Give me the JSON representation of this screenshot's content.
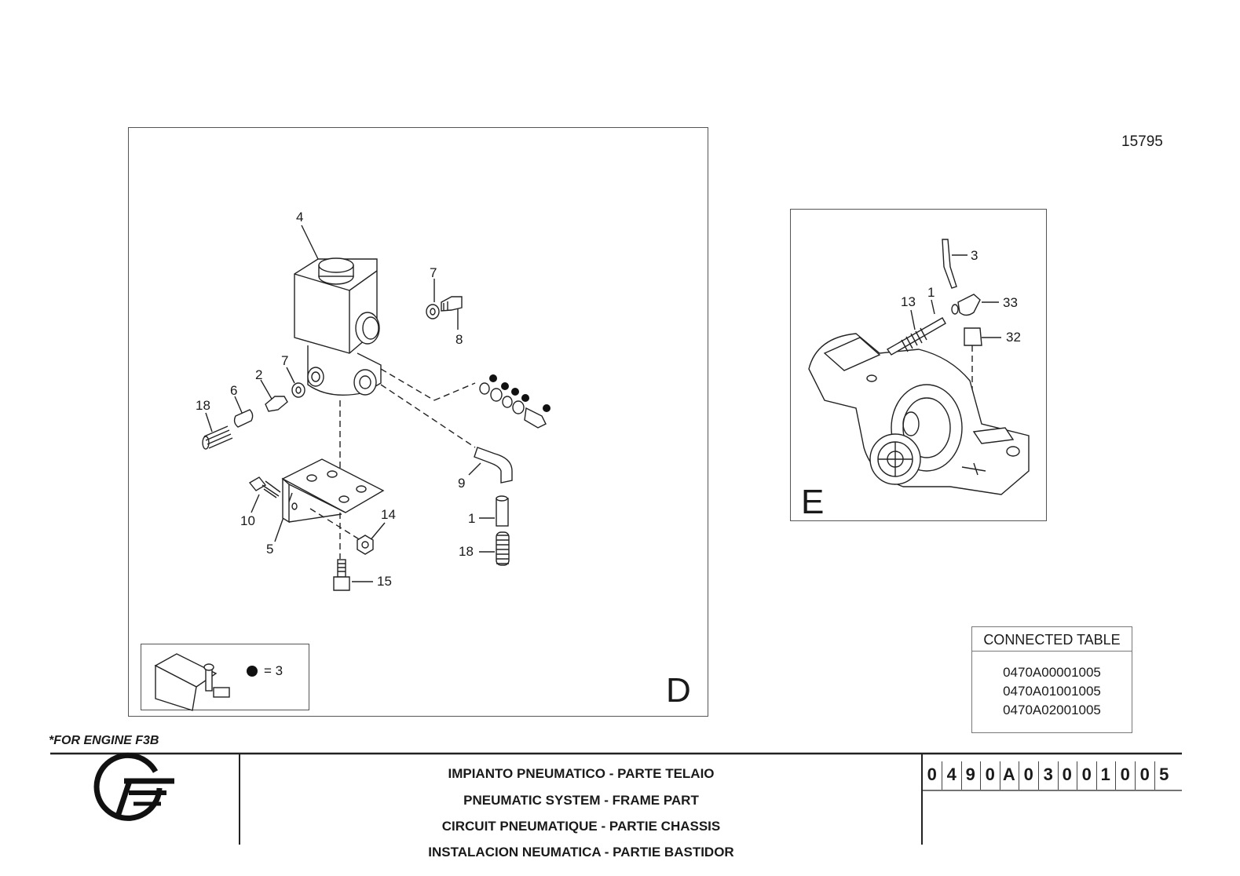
{
  "drawing_number": "15795",
  "view_d": {
    "letter": "D",
    "callouts": [
      "4",
      "7",
      "8",
      "7",
      "2",
      "6",
      "18",
      "9",
      "1",
      "18",
      "10",
      "5",
      "14",
      "15"
    ],
    "legend": {
      "equals_text": "= 3"
    }
  },
  "view_e": {
    "letter": "E",
    "callouts": [
      "3",
      "13",
      "1",
      "33",
      "32"
    ]
  },
  "connected_table": {
    "heading": "CONNECTED TABLE",
    "codes": [
      "0470A00001005",
      "0470A01001005",
      "0470A02001005"
    ]
  },
  "engine_note": "*FOR ENGINE F3B",
  "title_block": {
    "titles": [
      "IMPIANTO PNEUMATICO - PARTE TELAIO",
      "PNEUMATIC SYSTEM - FRAME PART",
      "CIRCUIT PNEUMATIQUE - PARTIE CHASSIS",
      "INSTALACION NEUMATICA - PARTIE BASTIDOR"
    ],
    "part_code_chars": [
      "0",
      "4",
      "9",
      "0",
      "A",
      "0",
      "3",
      "0",
      "0",
      "1",
      "0",
      "0",
      "5"
    ]
  }
}
